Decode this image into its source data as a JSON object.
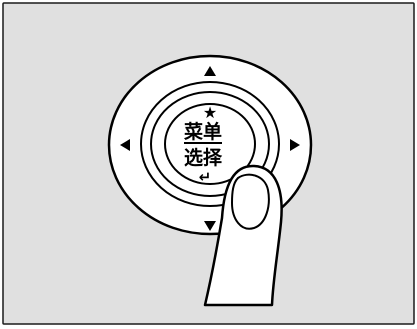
{
  "panel": {
    "background_color": "#e0e0e0",
    "border_color": "#1a1a1a"
  },
  "control_pad": {
    "outer_ring_color": "#ffffff",
    "outline_color": "#000000",
    "arrows": [
      "up",
      "down",
      "left",
      "right"
    ],
    "center_button": {
      "star_symbol": "★",
      "menu_label": "菜单",
      "select_label": "选择",
      "enter_symbol": "↵"
    }
  },
  "finger": {
    "fill_color": "#ffffff",
    "outline_color": "#000000"
  }
}
